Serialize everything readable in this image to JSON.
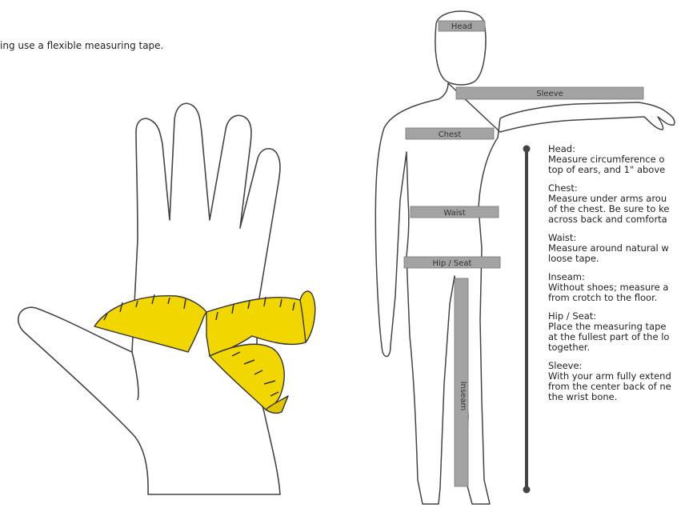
{
  "intro_text": "ing use a flexible measuring tape.",
  "tape_labels": {
    "head": "Head",
    "sleeve": "Sleeve",
    "chest": "Chest",
    "waist": "Waist",
    "hip_seat": "Hip / Seat",
    "inseam": "Inseam"
  },
  "entries": [
    {
      "title": "Head:",
      "text": "Measure circumference o\ntop of ears, and 1\" above"
    },
    {
      "title": "Chest:",
      "text": "Measure under arms arou\nof the chest. Be sure to ke\nacross back and comforta"
    },
    {
      "title": "Waist:",
      "text": "Measure around natural w\nloose tape."
    },
    {
      "title": "Inseam:",
      "text": "Without shoes; measure a\nfrom crotch to the floor."
    },
    {
      "title": "Hip / Seat:",
      "text": "Place the measuring tape\nat the fullest part of the lo\ntogether."
    },
    {
      "title": "Sleeve:",
      "text": "With your arm fully extend\nfrom the center back of ne\nthe wrist bone."
    }
  ],
  "colors": {
    "tape_yellow": "#f2d600",
    "tape_gray": "#a3a3a3",
    "outline": "#444444"
  }
}
